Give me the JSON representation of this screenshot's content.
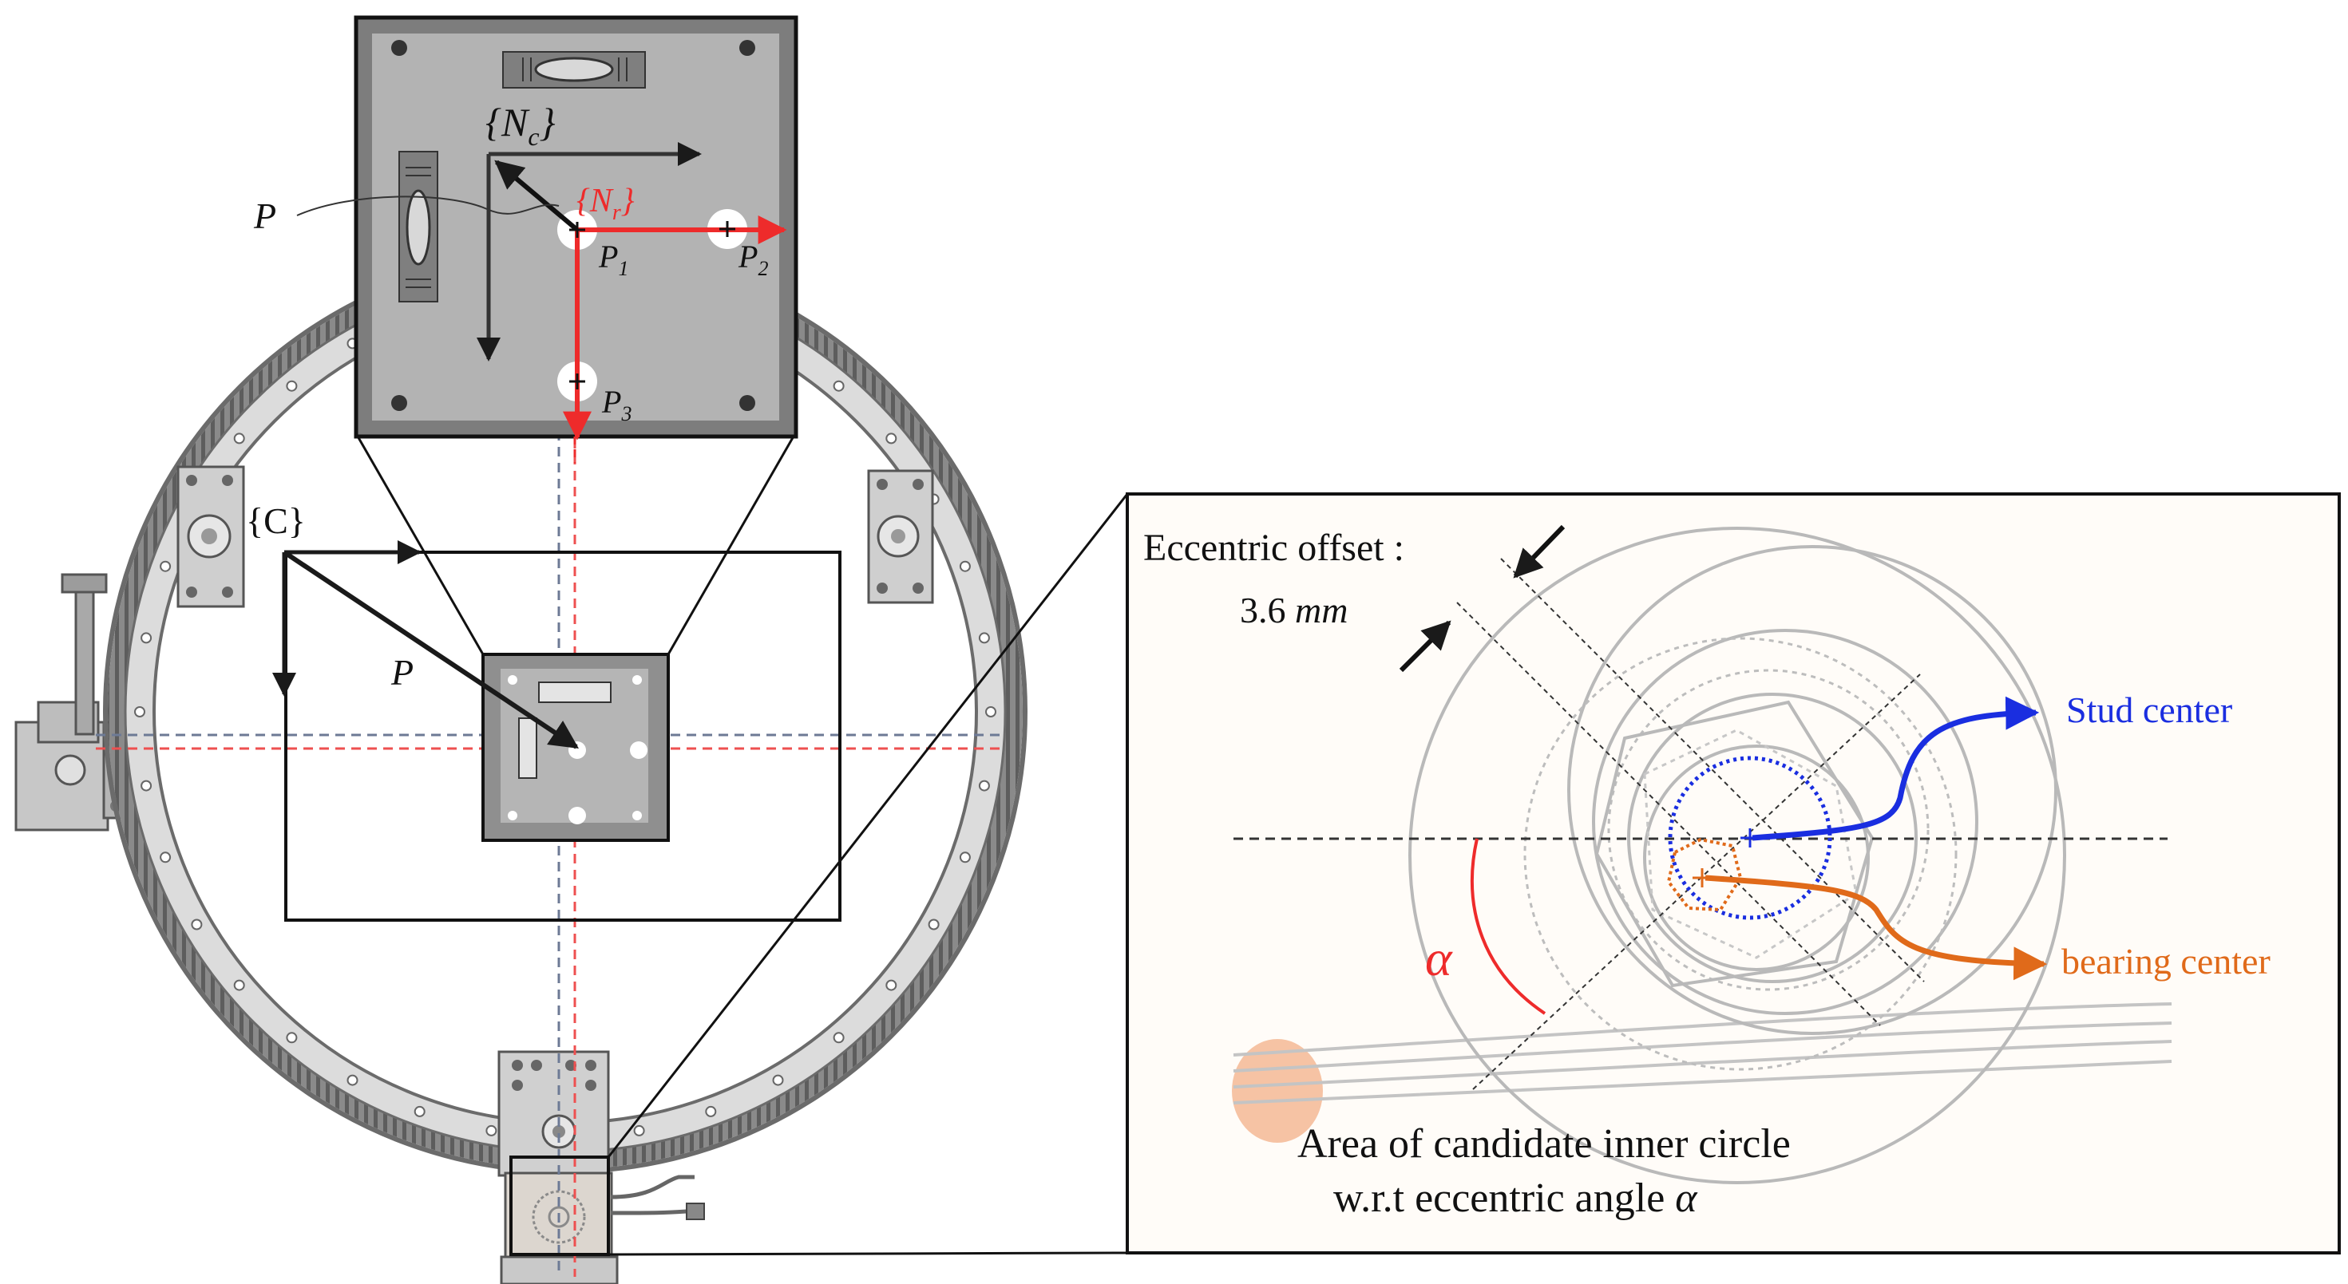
{
  "frames": {
    "camera": {
      "brace_open": "{",
      "symbol": "N",
      "subscript": "c",
      "brace_close": "}"
    },
    "robot": {
      "brace_open": "{",
      "symbol": "N",
      "subscript": "r",
      "brace_close": "}"
    },
    "base": {
      "name": "{C}"
    }
  },
  "points": {
    "p_vector_label": "P",
    "p1": {
      "symbol": "P",
      "subscript": "1"
    },
    "p2": {
      "symbol": "P",
      "subscript": "2"
    },
    "p3": {
      "symbol": "P",
      "subscript": "3"
    }
  },
  "inset": {
    "offset_label": "Eccentric offset :",
    "offset_value": "3.6",
    "offset_unit": "mm",
    "alpha": "α",
    "stud_center": "Stud center",
    "bearing_center": "bearing center",
    "caption_line1": "Area of candidate inner circle",
    "caption_line2_prefix": "w.r.t eccentric angle ",
    "caption_line2_symbol": "α"
  },
  "colors": {
    "robot_frame": "#ee2b2b",
    "stud": "#1a2ee0",
    "bearing": "#e06a1a",
    "plate": "#b3b3b3",
    "ring": "#cfcfcf"
  },
  "icons": [
    "plus-marker-icon",
    "arrow-icon",
    "bubble-level-icon",
    "screw-icon"
  ]
}
